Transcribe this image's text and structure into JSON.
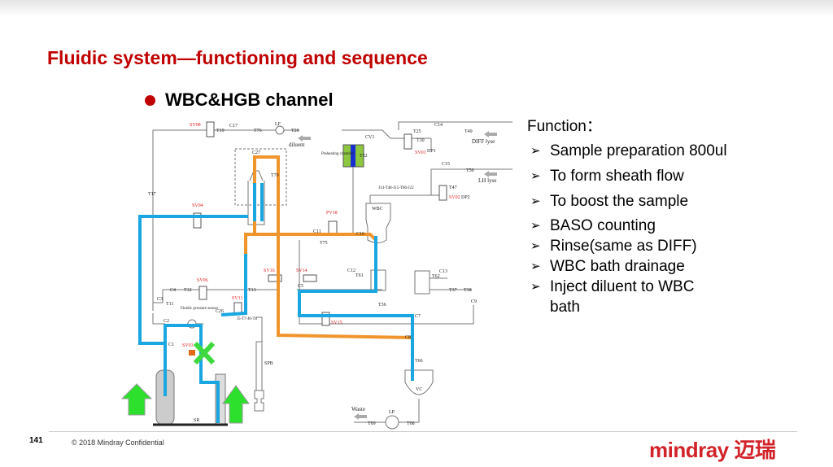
{
  "slide": {
    "title": "Fluidic system—functioning and sequence",
    "channel": "WBC&HGB channel",
    "page_number": "141",
    "copyright": "© 2018 Mindray Confidential",
    "logo": "mindray 迈瑞"
  },
  "function_panel": {
    "heading": "Function：",
    "items": [
      "Sample preparation 800ul",
      "To form sheath flow",
      "To boost the sample",
      "BASO counting",
      "Rinse(same as DIFF)",
      "WBC bath drainage",
      "Inject diluent to WBC bath"
    ]
  },
  "diagram": {
    "valves": [
      "SV08",
      "SV04",
      "PV18",
      "SV16",
      "SV14",
      "SV06",
      "SV11",
      "SV03",
      "SV15",
      "SV01",
      "SV02"
    ],
    "labels": {
      "diluent": "diluent",
      "diff_lyse": "DIFF lyse",
      "lh_lyse": "LH lyse",
      "preheating": "Preheating chamber",
      "wbc": "WBC",
      "vc": "VC",
      "spb": "SPB",
      "sr": "SR",
      "waste": "Waste",
      "lp": "LP",
      "lf": "LF",
      "cv1": "CV1",
      "dp1": "DP1",
      "dp2": "DP2",
      "pressure_sensor": "Fluidic pressure sensor",
      "c27": "C27",
      "t79": "T79",
      "c17": "C17",
      "t19": "T19",
      "t76": "T76",
      "t20": "T20",
      "t25": "T25",
      "c14": "C14",
      "t49": "T49",
      "t30": "T30",
      "c15": "C15",
      "t50": "T50",
      "t47": "T47",
      "j14": "J14-T48-J15-T86-J22",
      "c11": "C11",
      "c10": "C10",
      "t75": "T75",
      "c12": "C12",
      "t61": "T61",
      "c13": "C13",
      "t62": "T62",
      "t37": "T37",
      "t38": "T38",
      "c9": "C9",
      "c5": "C5",
      "t36": "T36",
      "c7": "C7",
      "c8": "C8",
      "t66": "T66",
      "t13": "T13",
      "t12": "T12",
      "c4": "C4",
      "c3": "C3",
      "t11": "T11",
      "c2": "C2",
      "c1": "C1",
      "c26": "C26",
      "j5": "J5-T7-J6-T8",
      "t17": "T17",
      "t69": "T69",
      "t68": "T68",
      "t32": "T32"
    }
  },
  "colors": {
    "title": "#c00000",
    "blue_flow": "#1aa6e0",
    "orange_flow": "#f0952e",
    "arrow_green": "#2ee02e",
    "valve_label": "#e02020"
  }
}
